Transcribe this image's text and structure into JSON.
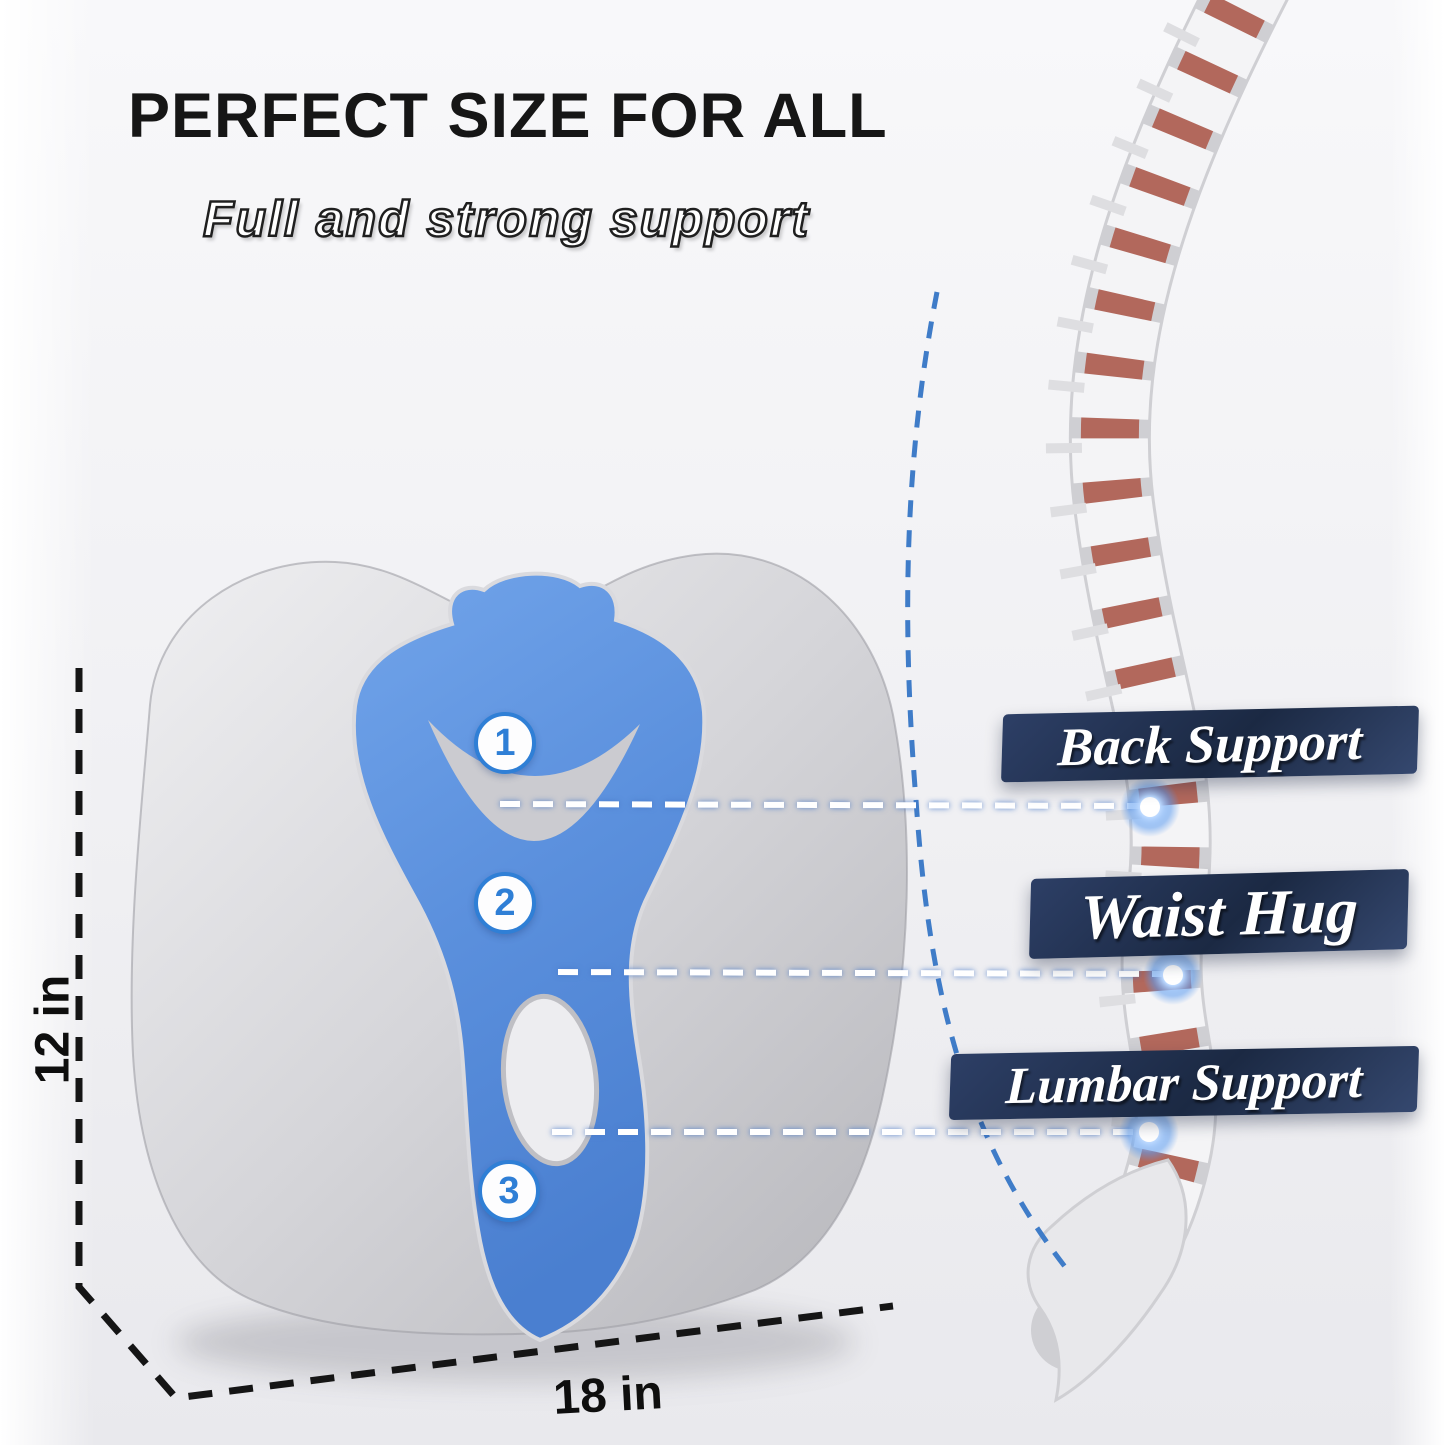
{
  "header": {
    "title": "PERFECT SIZE FOR ALL",
    "subtitle": "Full and strong support"
  },
  "callouts": [
    {
      "text": "Back Support"
    },
    {
      "text": "Waist Hug"
    },
    {
      "text": "Lumbar Support"
    }
  ],
  "zone_badges": [
    {
      "number": "1"
    },
    {
      "number": "2"
    },
    {
      "number": "3"
    }
  ],
  "dimensions": {
    "height": "12 in",
    "width": "18 in"
  },
  "colors": {
    "cushion_blue": "#5b90dd",
    "cushion_gray": "#c9c9cd",
    "callout_navy": "#1f2d4c",
    "guide_dash_blue": "#3f7cc8",
    "spine_disc_red": "#b2685c",
    "badge_blue": "#2f7fd6",
    "title_black": "#161616"
  }
}
